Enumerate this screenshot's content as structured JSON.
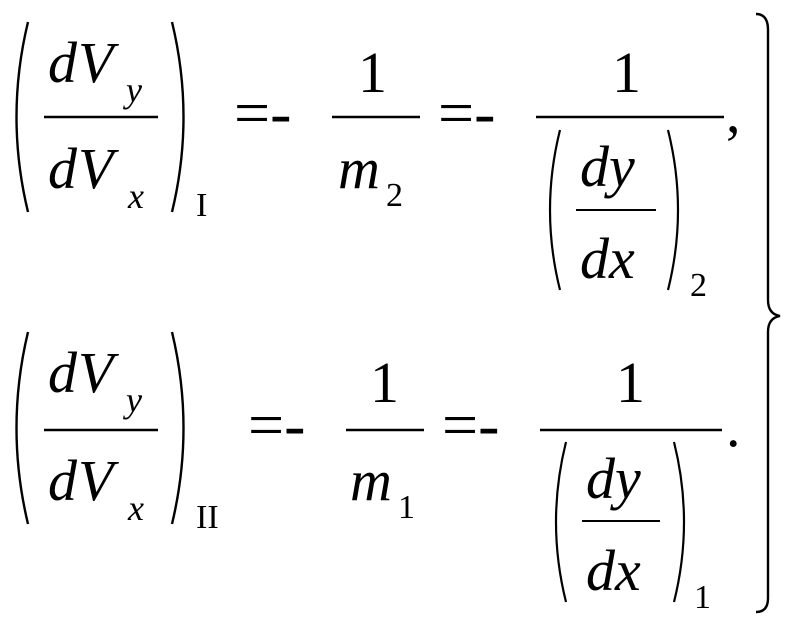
{
  "equations": [
    {
      "lhs": {
        "numerator": {
          "d": "d",
          "var": "V",
          "sub": "y"
        },
        "denominator": {
          "d": "d",
          "var": "V",
          "sub": "x"
        },
        "subscript": "I"
      },
      "eq1": "=-",
      "frac1": {
        "numerator": "1",
        "denominator_var": "m",
        "denominator_sub": "2"
      },
      "eq2": "=-",
      "frac2": {
        "numerator": "1",
        "inner_numerator": "dy",
        "inner_denominator": "dx",
        "inner_sub": "2"
      },
      "punct": ","
    },
    {
      "lhs": {
        "numerator": {
          "d": "d",
          "var": "V",
          "sub": "y"
        },
        "denominator": {
          "d": "d",
          "var": "V",
          "sub": "x"
        },
        "subscript": "II"
      },
      "eq1": "=-",
      "frac1": {
        "numerator": "1",
        "denominator_var": "m",
        "denominator_sub": "1"
      },
      "eq2": "=-",
      "frac2": {
        "numerator": "1",
        "inner_numerator": "dy",
        "inner_denominator": "dx",
        "inner_sub": "1"
      },
      "punct": "."
    }
  ]
}
